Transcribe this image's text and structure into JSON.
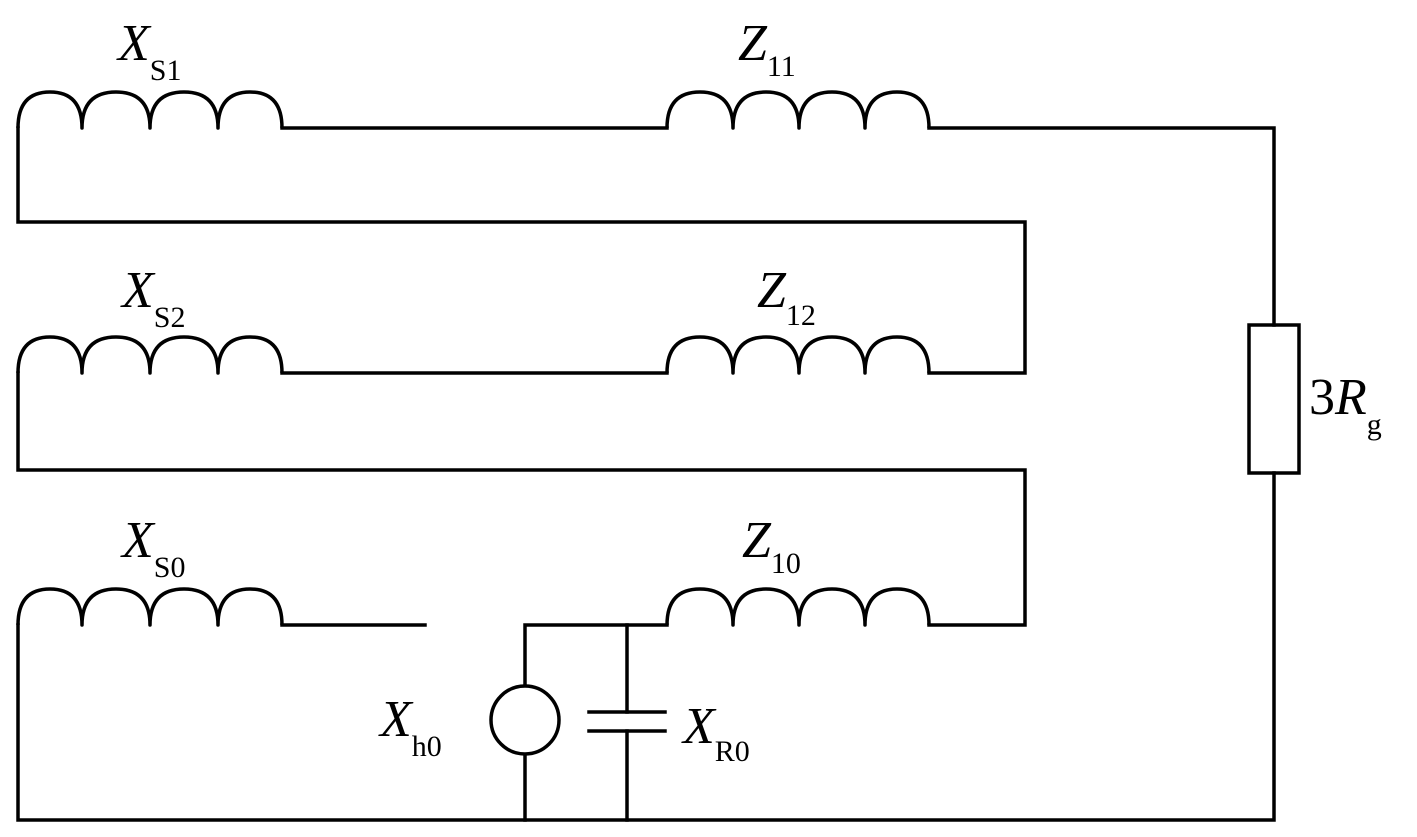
{
  "diagram": {
    "labels": {
      "xs1": {
        "main": "X",
        "sub": "S1"
      },
      "xs2": {
        "main": "X",
        "sub": "S2"
      },
      "xs0": {
        "main": "X",
        "sub": "S0"
      },
      "z11": {
        "main": "Z",
        "sub": "11"
      },
      "z12": {
        "main": "Z",
        "sub": "12"
      },
      "z10": {
        "main": "Z",
        "sub": "10"
      },
      "xh0": {
        "main": "X",
        "sub": "h0"
      },
      "xr0": {
        "main": "X",
        "sub": "R0"
      },
      "rg": {
        "prefix": "3",
        "main": "R",
        "sub": "g"
      }
    }
  }
}
